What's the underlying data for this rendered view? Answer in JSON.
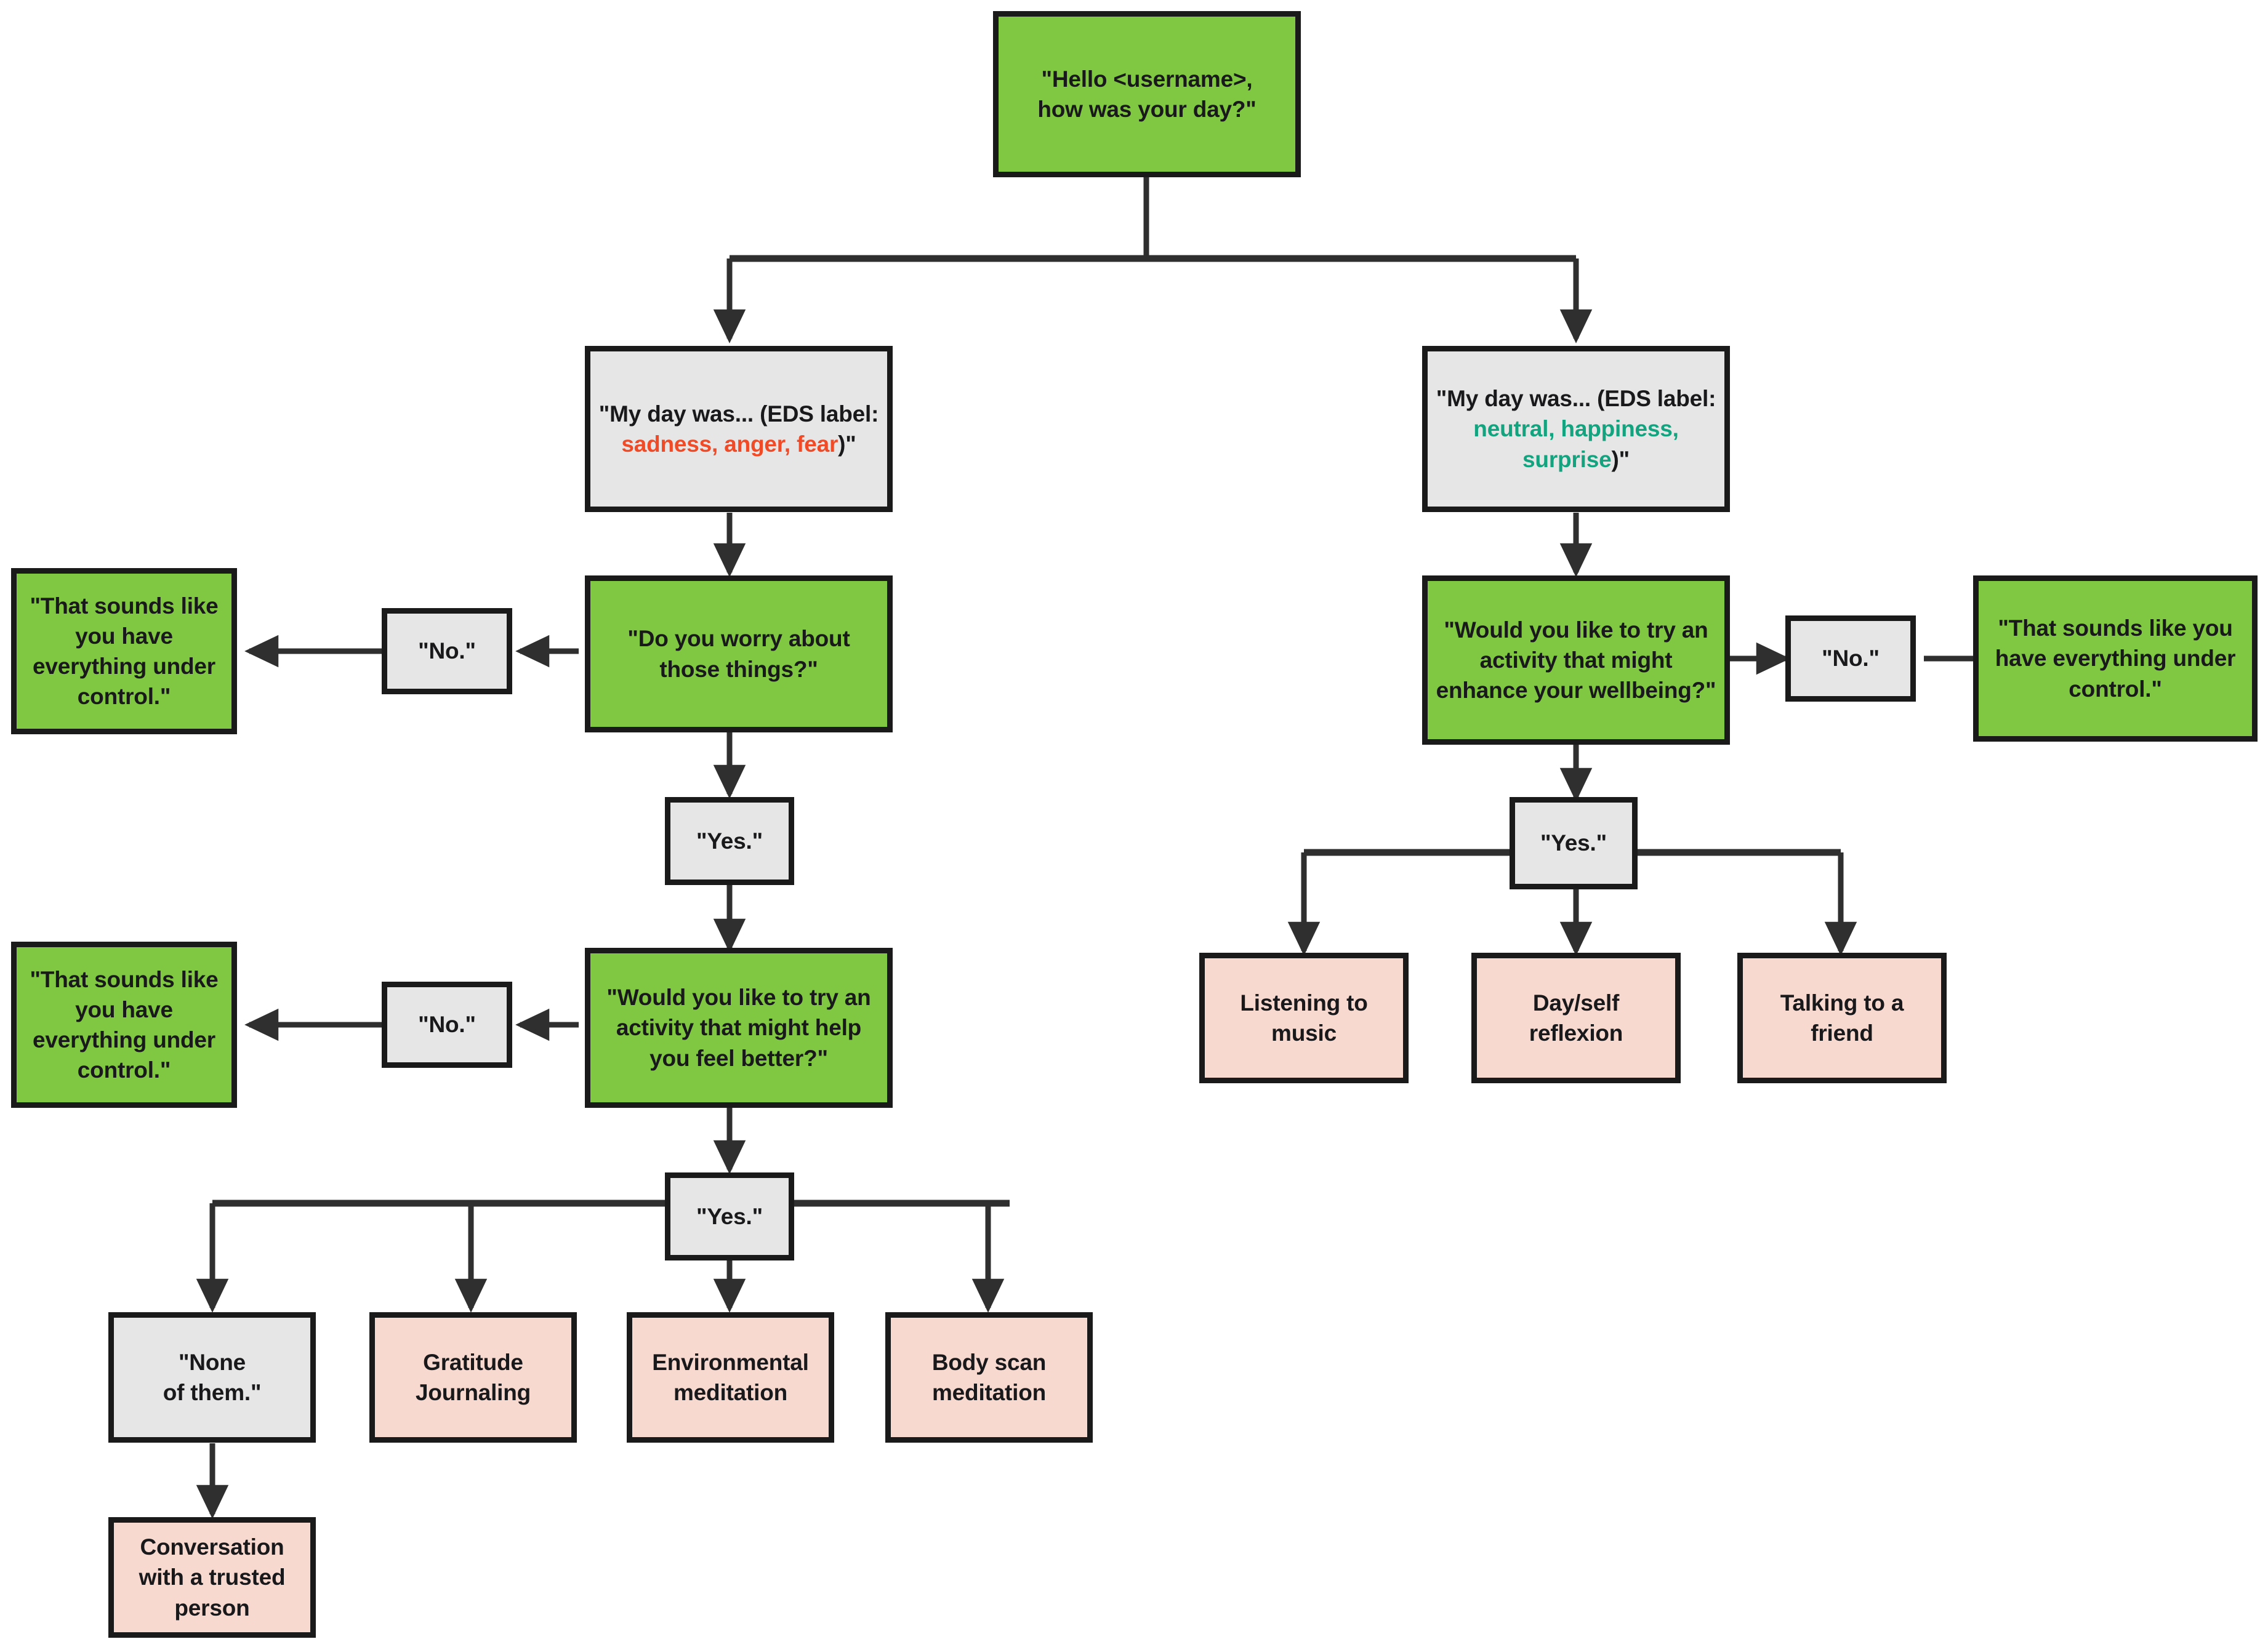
{
  "diagram": {
    "title": "Chatbot conversation decision flow",
    "colors": {
      "green": "#80c742",
      "grey": "#e6e6e6",
      "pink": "#f7d9d0",
      "stroke": "#1a1a1a",
      "negative_label": "#f04a26",
      "positive_label": "#14a37f",
      "background": "#ffffff"
    }
  },
  "nodes": {
    "greeting": {
      "text": "\"Hello <username>,\nhow was your day?\""
    },
    "day_negative": {
      "prefix": "\"My day was... (EDS label: ",
      "labels": "sadness, anger, fear",
      "suffix": ")\""
    },
    "day_positive": {
      "prefix": "\"My day was... (EDS label: ",
      "labels": "neutral, happiness, surprise",
      "suffix": ")\""
    },
    "worry_question": {
      "text": "\"Do you worry about those things?\""
    },
    "worry_no": {
      "text": "\"No.\""
    },
    "worry_no_reply": {
      "text": "\"That sounds like you have everything under control.\""
    },
    "worry_yes": {
      "text": "\"Yes.\""
    },
    "activity_feel_better": {
      "text": "\"Would you like to try an activity that might help you feel better?\""
    },
    "activity_feel_better_no": {
      "text": "\"No.\""
    },
    "activity_feel_better_no_reply": {
      "text": "\"That sounds like you have everything under control.\""
    },
    "activity_feel_better_yes": {
      "text": "\"Yes.\""
    },
    "none_of_them": {
      "text": "\"None\nof them.\""
    },
    "gratitude_journaling": {
      "text": "Gratitude Journaling"
    },
    "environmental_meditation": {
      "text": "Environmental meditation"
    },
    "body_scan_meditation": {
      "text": "Body scan meditation"
    },
    "conversation_trusted": {
      "text": "Conversation with a trusted person"
    },
    "activity_wellbeing": {
      "text": "\"Would you like to try an activity that might enhance your wellbeing?\""
    },
    "activity_wellbeing_no": {
      "text": "\"No.\""
    },
    "activity_wellbeing_no_reply": {
      "text": "\"That sounds like you have everything under control.\""
    },
    "activity_wellbeing_yes": {
      "text": "\"Yes.\""
    },
    "listening_music": {
      "text": "Listening to music"
    },
    "day_self_reflexion": {
      "text": "Day/self reflexion"
    },
    "talking_friend": {
      "text": "Talking to a friend"
    }
  }
}
